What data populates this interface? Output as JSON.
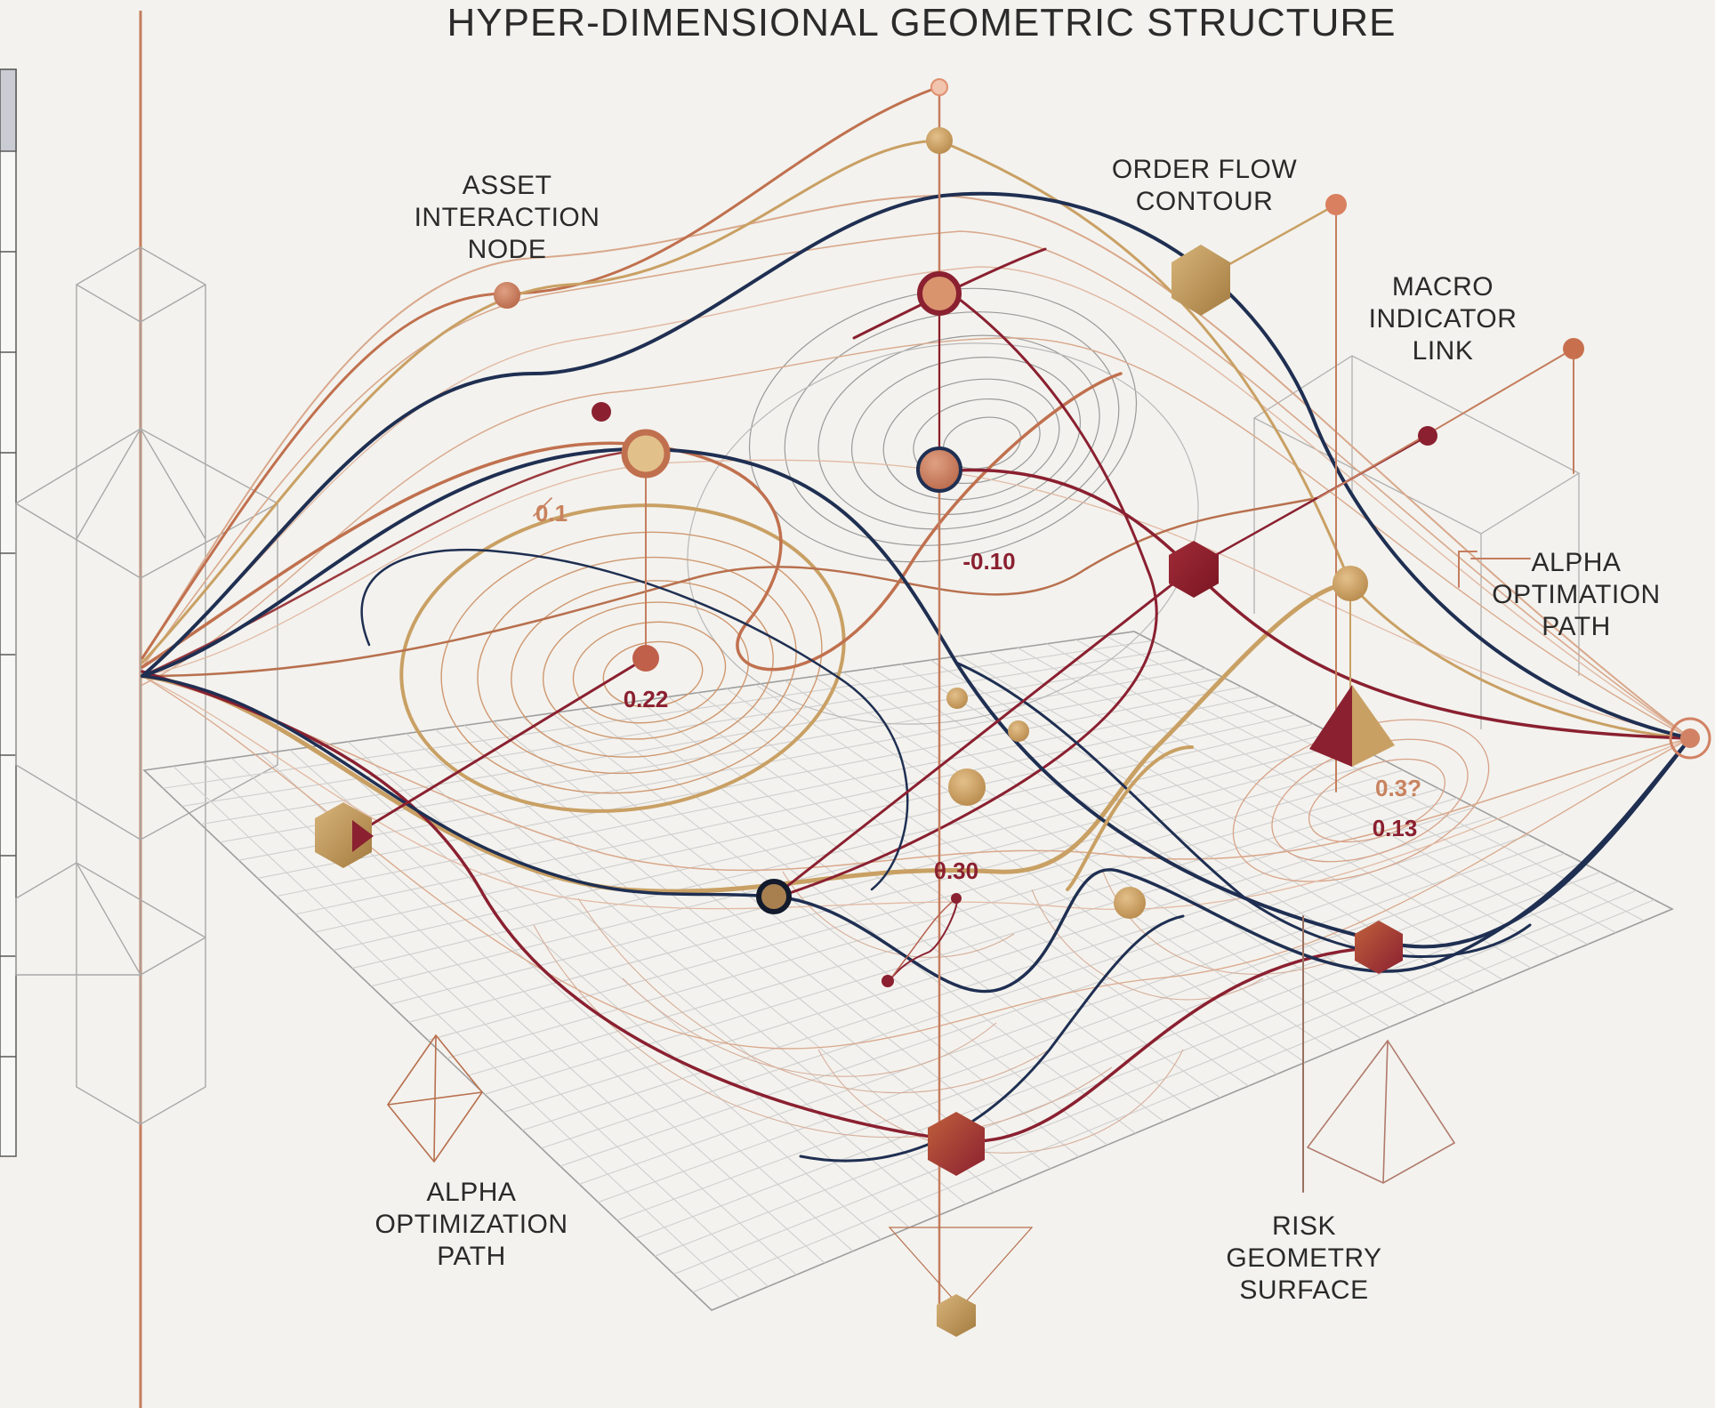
{
  "title": "HYPER-DIMENSIONAL GEOMETRIC STRUCTURE",
  "callouts": [
    {
      "id": "asset-interaction-node",
      "lines": [
        "ASSET",
        "INTERACTION",
        "NODE"
      ]
    },
    {
      "id": "order-flow-contour",
      "lines": [
        "ORDER FLOW",
        "CONTOUR"
      ]
    },
    {
      "id": "macro-indicator-link",
      "lines": [
        "MACRO",
        "INDICATOR",
        "LINK"
      ]
    },
    {
      "id": "alpha-optimation-path",
      "lines": [
        "ALPHA",
        "OPTIMATION",
        "PATH"
      ]
    },
    {
      "id": "alpha-optimization-path",
      "lines": [
        "ALPHA",
        "OPTIMIZATION",
        "PATH"
      ]
    },
    {
      "id": "risk-geometry-surface",
      "lines": [
        "RISK",
        "GEOMETRY",
        "SURFACE"
      ]
    }
  ],
  "values": [
    {
      "id": "v-0-1",
      "text": "0.1"
    },
    {
      "id": "v-neg-0-10",
      "text": "-0.10"
    },
    {
      "id": "v-0-22",
      "text": "0.22"
    },
    {
      "id": "v-0-37",
      "text": "0.3?"
    },
    {
      "id": "v-0-13",
      "text": "0.13"
    },
    {
      "id": "v-0-30",
      "text": "θ.30"
    }
  ],
  "colors": {
    "background": "#f3f2ee",
    "navy": "#1f2f52",
    "crimson": "#8a2030",
    "copper": "#b8704e",
    "gold": "#c9a064",
    "light_copper": "#d9a88c",
    "grid": "#c9c9c9"
  }
}
